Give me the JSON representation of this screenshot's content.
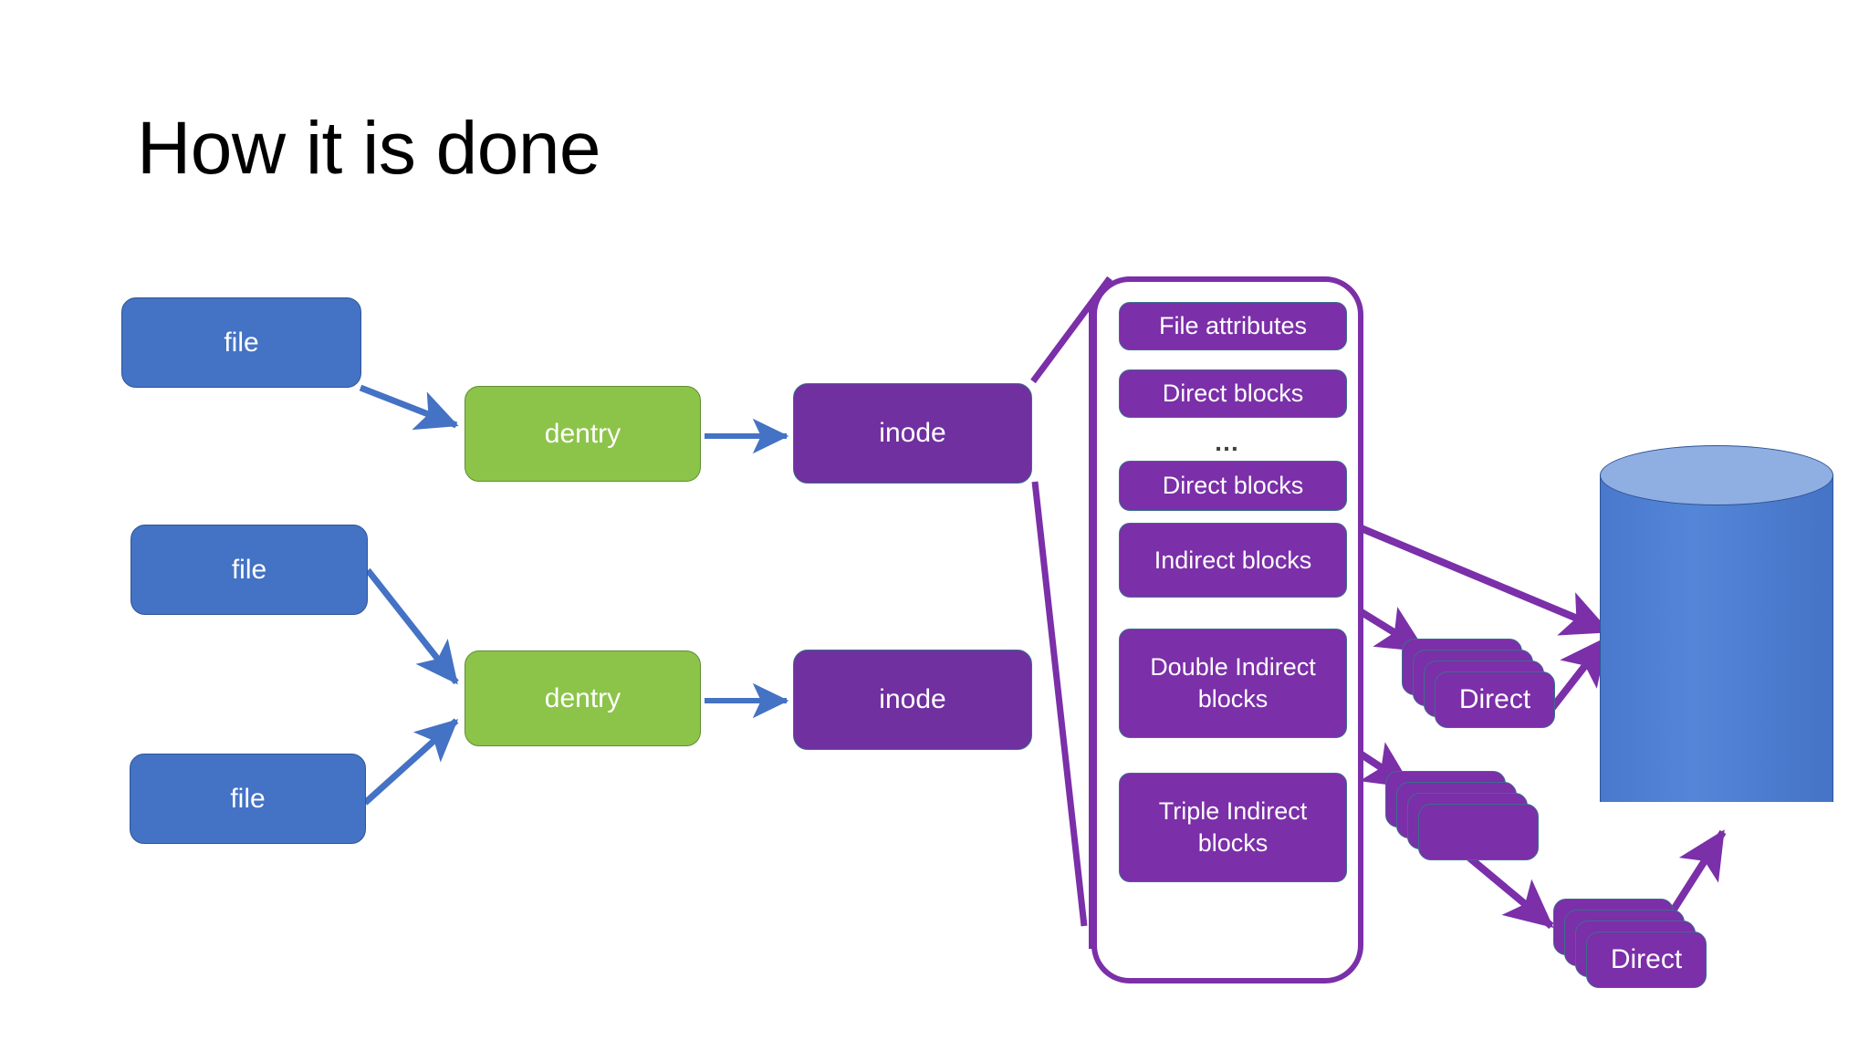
{
  "slide": {
    "title": "How it is done",
    "background": "#ffffff"
  },
  "colors": {
    "file": "#4472C4",
    "dentry": "#8CC44A",
    "inode": "#7030A0",
    "panel_border": "#7B2FA8",
    "field": "#7B2FA8",
    "block": "#7B2FA8",
    "disk_body": "#4573C6",
    "disk_top": "#8FAEE2",
    "blue_arrow": "#4472C4",
    "purple_arrow": "#7B2FA8",
    "text_light": "#ffffff",
    "text_dark": "#000000"
  },
  "nodes": {
    "files": [
      {
        "label": "file"
      },
      {
        "label": "file"
      },
      {
        "label": "file"
      }
    ],
    "dentries": [
      {
        "label": "dentry"
      },
      {
        "label": "dentry"
      }
    ],
    "inodes": [
      {
        "label": "inode"
      },
      {
        "label": "inode"
      }
    ]
  },
  "inode_panel": {
    "fields": [
      {
        "label": "File attributes"
      },
      {
        "label": "Direct blocks"
      },
      {
        "label": "Direct blocks"
      },
      {
        "label": "Indirect blocks"
      },
      {
        "label": "Double Indirect blocks"
      },
      {
        "label": "Triple Indirect blocks"
      }
    ],
    "ellipsis": "…"
  },
  "block_stacks": [
    {
      "label": "Direct",
      "count": 4
    },
    {
      "label": "",
      "count": 4
    },
    {
      "label": "Direct",
      "count": 4
    }
  ],
  "disk": {
    "label": ""
  },
  "edges": [
    {
      "from": "file-1",
      "to": "dentry-1",
      "color": "#4472C4"
    },
    {
      "from": "file-2",
      "to": "dentry-2",
      "color": "#4472C4"
    },
    {
      "from": "file-3",
      "to": "dentry-2",
      "color": "#4472C4"
    },
    {
      "from": "dentry-1",
      "to": "inode-1",
      "color": "#4472C4"
    },
    {
      "from": "dentry-2",
      "to": "inode-2",
      "color": "#4472C4"
    },
    {
      "from": "inode-1",
      "to": "inode-panel",
      "color": "#7B2FA8"
    },
    {
      "from": "field-direct-blocks",
      "to": "disk",
      "color": "#7B2FA8"
    },
    {
      "from": "field-indirect-blocks",
      "to": "block-stack-1",
      "color": "#7B2FA8"
    },
    {
      "from": "block-stack-1",
      "to": "disk",
      "color": "#7B2FA8"
    },
    {
      "from": "field-double-indirect-blocks",
      "to": "block-stack-2",
      "color": "#7B2FA8"
    },
    {
      "from": "block-stack-2",
      "to": "block-stack-3",
      "color": "#7B2FA8"
    },
    {
      "from": "block-stack-3",
      "to": "disk",
      "color": "#7B2FA8"
    }
  ]
}
